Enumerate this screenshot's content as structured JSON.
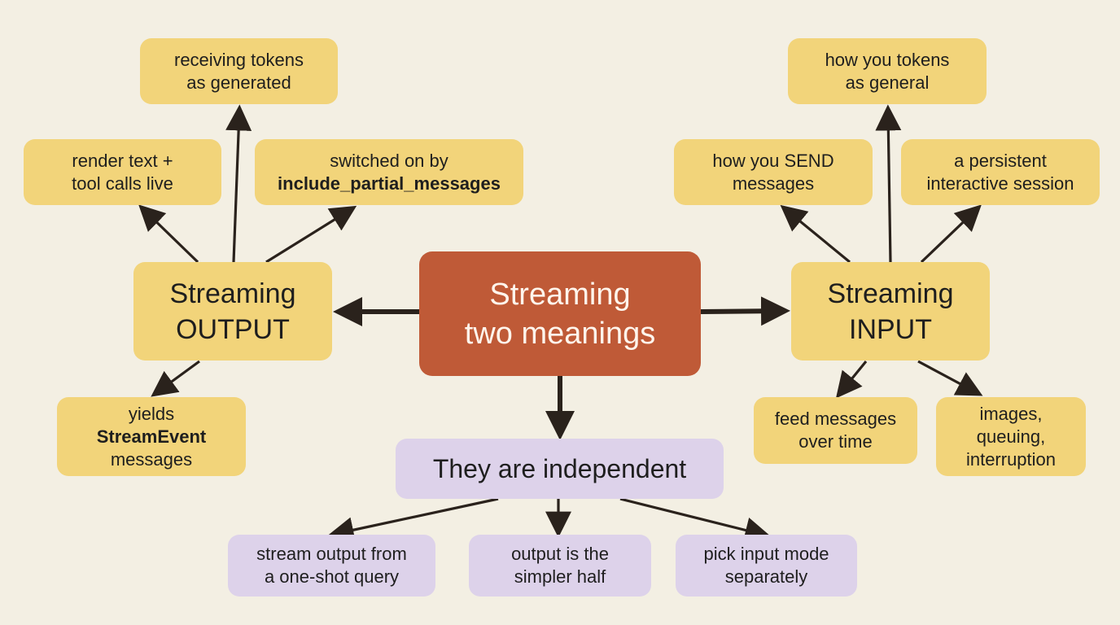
{
  "center": {
    "line1": "Streaming",
    "line2": "two meanings"
  },
  "output_branch": {
    "title1": "Streaming",
    "title2": "OUTPUT",
    "leaves": {
      "tokens": {
        "line1": "receiving tokens",
        "line2": "as generated"
      },
      "render": {
        "line1": "render text +",
        "line2": "tool calls live"
      },
      "switch": {
        "line1": "switched on by",
        "line2": "include_partial_messages"
      },
      "yields": {
        "line1": "yields",
        "line2": "StreamEvent",
        "line3": "messages"
      }
    }
  },
  "input_branch": {
    "title1": "Streaming",
    "title2": "INPUT",
    "leaves": {
      "tokens": {
        "line1": "how you tokens",
        "line2": "as general"
      },
      "send": {
        "line1": "how you SEND",
        "line2": "messages"
      },
      "session": {
        "line1": "a persistent",
        "line2": "interactive session"
      },
      "feed": {
        "line1": "feed messages",
        "line2": "over time"
      },
      "images": {
        "line1": "images,",
        "line2": "queuing,",
        "line3": "interruption"
      }
    }
  },
  "summary": {
    "label": "They are independent",
    "leaves": {
      "oneshot": {
        "line1": "stream output from",
        "line2": "a one-shot query"
      },
      "simpler": {
        "line1": "output is the",
        "line2": "simpler half"
      },
      "pick": {
        "line1": "pick input mode",
        "line2": "separately"
      }
    }
  },
  "colors": {
    "background": "#f3efe3",
    "hub": "#bf5a37",
    "branch": "#f2d47a",
    "summary": "#ddd2ea",
    "arrow": "#2a221c"
  }
}
